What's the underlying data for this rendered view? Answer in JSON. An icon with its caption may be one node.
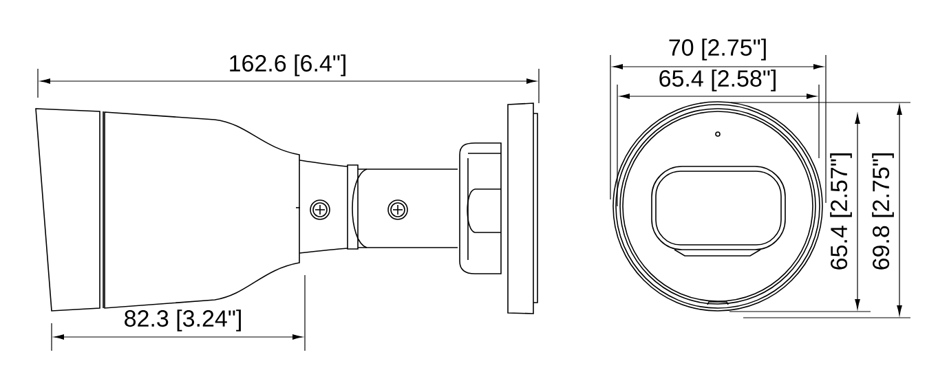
{
  "diagram": {
    "labels": [
      "162.6 [6.4\"]",
      "70 [2.75\"]",
      "65.4 [2.58\"]",
      "65.4 [2.57\"]",
      "69.8 [2.75\"]",
      "82.3 [3.24\"]"
    ]
  }
}
